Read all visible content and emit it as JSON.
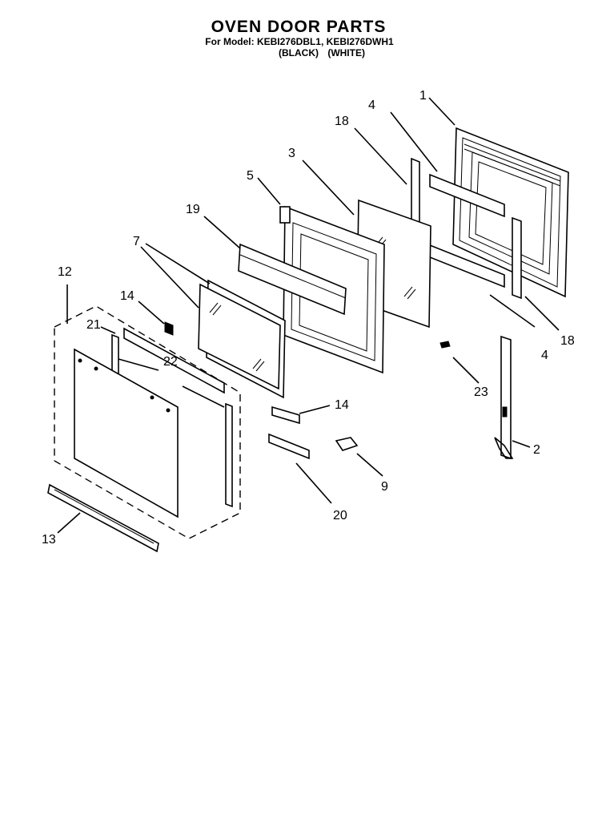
{
  "diagram": {
    "title": "OVEN DOOR PARTS",
    "model_line": "For Model: KEBI276DBL1, KEBI276DWH1",
    "color_line": "(BLACK)   (WHITE)",
    "callouts": [
      "1",
      "4",
      "18",
      "3",
      "5",
      "19",
      "7",
      "12",
      "14",
      "21",
      "22",
      "13",
      "4",
      "18",
      "23",
      "14",
      "9",
      "20",
      "2"
    ]
  }
}
